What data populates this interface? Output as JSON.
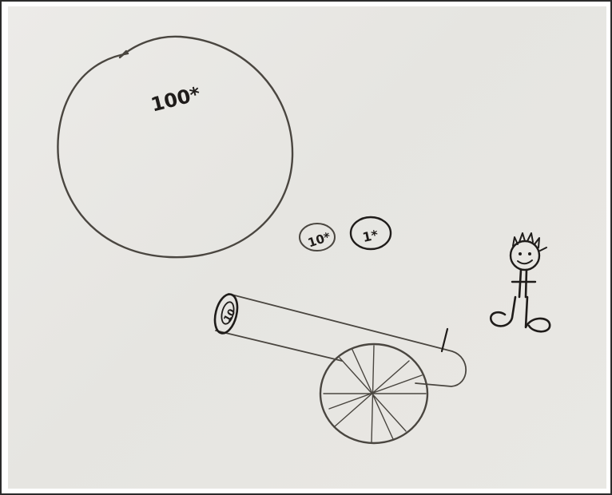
{
  "drawing": {
    "big_ball_label": "100*",
    "small_ball_1_label": "10*",
    "small_ball_2_label": "1*",
    "cannon_ball_label": "10"
  },
  "colors": {
    "paper": "#e9e8e4",
    "pencil": "#4a4640",
    "ink": "#1f1c1a"
  }
}
